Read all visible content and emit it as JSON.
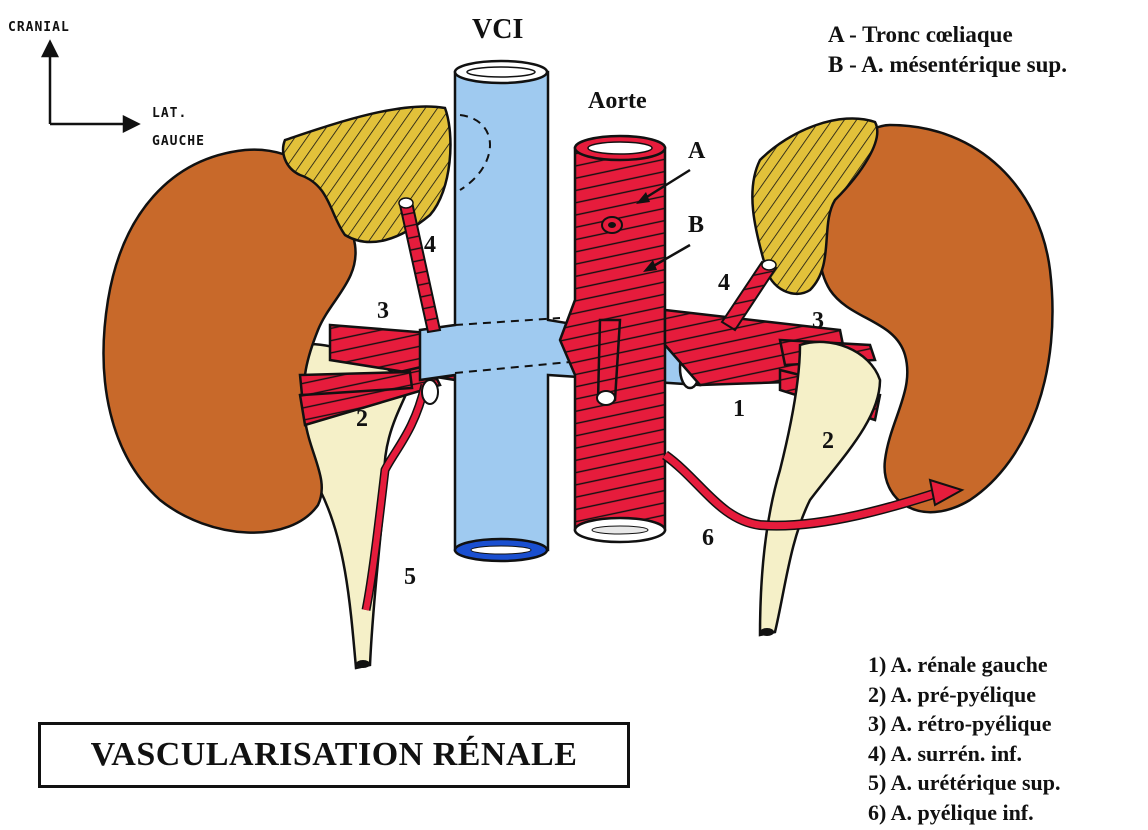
{
  "orientation": {
    "up": "CRANIAL",
    "right_line1": "LAT.",
    "right_line2": "GAUCHE"
  },
  "labels": {
    "vci": "VCI",
    "aorte": "Aorte",
    "A": "A",
    "B": "B"
  },
  "numbers": {
    "n1": "1",
    "n2_left": "2",
    "n2_right": "2",
    "n3_left": "3",
    "n3_right": "3",
    "n4_left": "4",
    "n4_right": "4",
    "n5": "5",
    "n6": "6"
  },
  "legend_top": [
    "A - Tronc cœliaque",
    "B - A. mésentérique sup."
  ],
  "legend_bottom": [
    "1) A. rénale gauche",
    "2) A. pré-pyélique",
    "3) A. rétro-pyélique",
    "4) A. surrén. inf.",
    "5) A. urétérique sup.",
    "6) A. pyélique inf."
  ],
  "title": "VASCULARISATION RÉNALE",
  "colors": {
    "kidney": "#c8692a",
    "adrenal": "#e2c13a",
    "artery": "#e61c3c",
    "vein": "#9fcaf0",
    "ureter": "#f5f0c8",
    "outline": "#111111"
  }
}
